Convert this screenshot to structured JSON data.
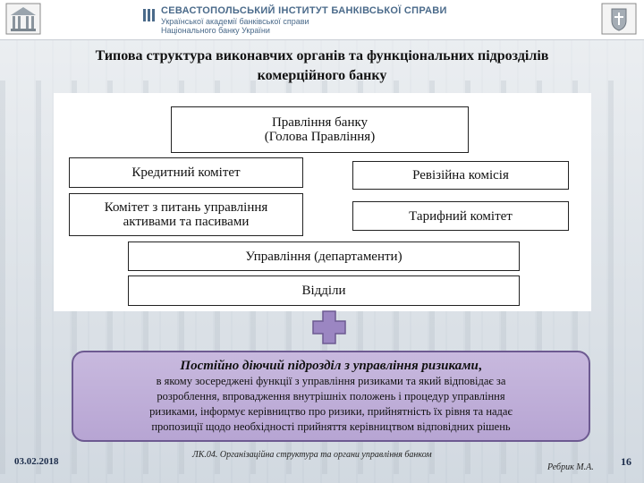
{
  "header": {
    "institute_name": "СЕВАСТОПОЛЬСЬКИЙ ІНСТИТУТ БАНКІВСЬКОЇ СПРАВИ",
    "institute_sub1": "Української академії банківської справи",
    "institute_sub2": "Національного банку України"
  },
  "slide": {
    "title_line1": "Типова структура виконавчих органів та функціональних підрозділів",
    "title_line2": "комерційного банку"
  },
  "diagram": {
    "board_line1": "Правління банку",
    "board_line2": "(Голова Правління)",
    "credit_committee": "Кредитний комітет",
    "audit_commission": "Ревізійна комісія",
    "alm_committee_line1": "Комітет з питань управління",
    "alm_committee_line2": "активами та пасивами",
    "tariff_committee": "Тарифний комітет",
    "departments": "Управління (департаменти)",
    "divisions": "Відділи"
  },
  "risk_unit": {
    "title": "Постійно діючий підрозділ з управління ризиками",
    "title_suffix": ",",
    "text_line1": "в якому зосереджені функції з управління ризиками та який відповідає за",
    "text_line2": "розроблення, впровадження внутрішніх положень і процедур управління",
    "text_line3": "ризиками, інформує керівництво про ризики, прийнятність їх рівня та надає",
    "text_line4": "пропозиції щодо необхідності прийняття керівництвом відповідних рішень"
  },
  "footer": {
    "date": "03.02.2018",
    "lecture": "ЛК.04. Організаційна структура та органи управління банком",
    "author": "Ребрик М.А.",
    "page": "16"
  },
  "icons": {
    "left_logo": "building-emblem-icon",
    "right_logo": "coat-of-arms-icon",
    "connector": "cross-connector-icon"
  },
  "colors": {
    "header_text": "#4a6a8a",
    "risk_box_fill": "#b7a5d3",
    "connector_fill": "#9b86c2"
  }
}
